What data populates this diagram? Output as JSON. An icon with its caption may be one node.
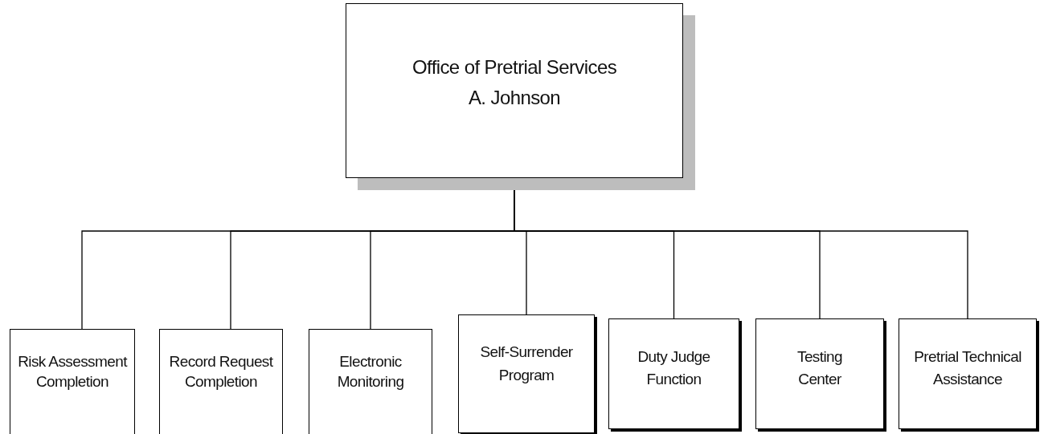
{
  "diagram": {
    "nodes": [
      {
        "text": [
          "Office of Pretrial Services A. Johnson"
        ]
      },
      {
        "text": [
          "Risk Assessment Completion"
        ]
      },
      {
        "text": [
          "Record Request Completion"
        ]
      },
      {
        "text": [
          "Electronic Monitoring"
        ]
      },
      {
        "text": [
          "Self-Surrender Program"
        ]
      },
      {
        "text": [
          "Duty Judge Function"
        ]
      },
      {
        "text": [
          "Testing Center"
        ]
      },
      {
        "text": [
          "Pretrial Technical Assistance"
        ]
      }
    ],
    "edges": [
      {
        "from": 0,
        "to": 1,
        "arrow": "none"
      },
      {
        "from": 0,
        "to": 2,
        "arrow": "none"
      },
      {
        "from": 0,
        "to": 3,
        "arrow": "none"
      },
      {
        "from": 0,
        "to": 4,
        "arrow": "none"
      },
      {
        "from": 0,
        "to": 5,
        "arrow": "none"
      },
      {
        "from": 0,
        "to": 6,
        "arrow": "none"
      },
      {
        "from": 0,
        "to": 7,
        "arrow": "none"
      }
    ]
  }
}
